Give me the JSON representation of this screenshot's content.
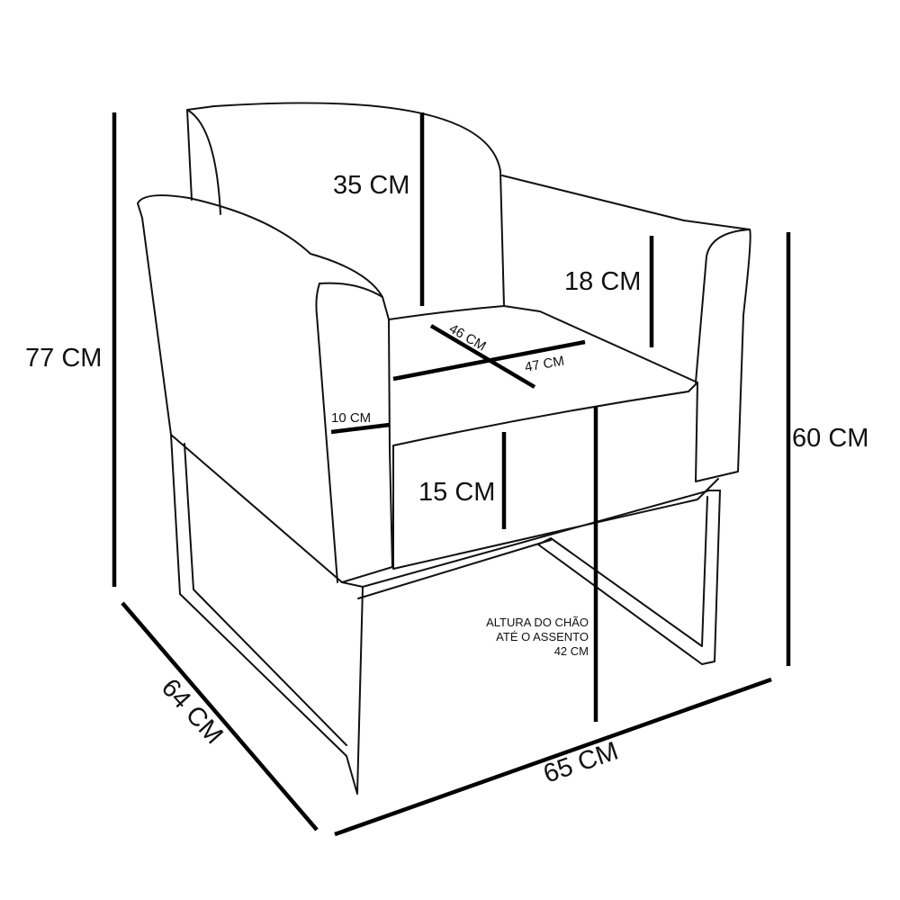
{
  "dimensions": {
    "total_height": "77 CM",
    "depth": "64 CM",
    "width": "65 CM",
    "arm_height": "60 CM",
    "backrest_height": "35 CM",
    "arm_above_seat": "18 CM",
    "seat_thickness": "15 CM",
    "arm_width": "10 CM",
    "seat_depth": "46 CM",
    "seat_width": "47 CM"
  },
  "seat_height_note": {
    "line1": "ALTURA DO CHÃO",
    "line2": "ATÉ O ASSENTO",
    "line3": "42 CM"
  },
  "colors": {
    "line": "#111111",
    "background": "#ffffff"
  }
}
